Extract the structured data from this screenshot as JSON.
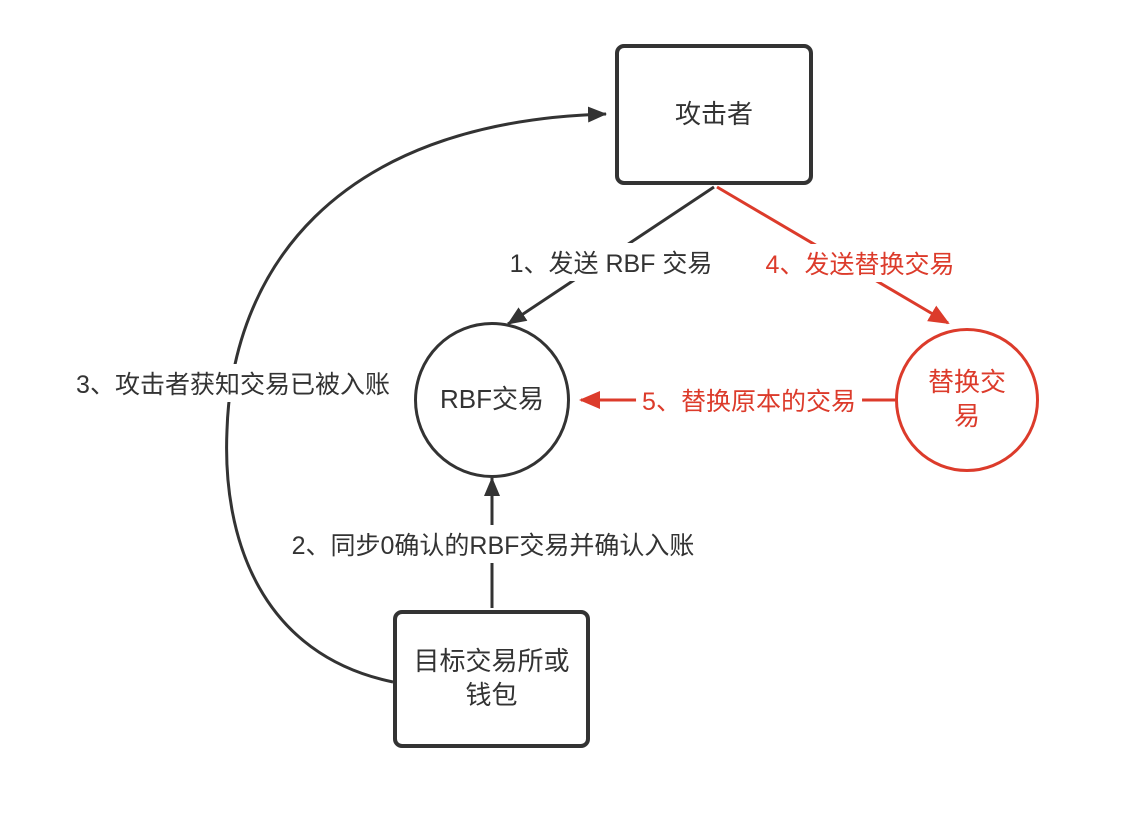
{
  "diagram": {
    "type": "flow-diagram",
    "topic": "RBF transaction replacement attack flow",
    "colors": {
      "ink": "#333333",
      "red": "#DC3B2B",
      "background": "#FFFFFF"
    },
    "nodes": {
      "attacker": {
        "label": "攻击者",
        "shape": "rounded-rectangle",
        "color": "#333333"
      },
      "rbf_tx": {
        "label": "RBF交易",
        "shape": "circle",
        "color": "#333333"
      },
      "replacement_tx": {
        "label": "替换交易",
        "shape": "circle",
        "color": "#DC3B2B"
      },
      "target": {
        "label": "目标交易所或钱包",
        "shape": "rounded-rectangle",
        "color": "#333333"
      }
    },
    "edges": {
      "step1": {
        "label": "1、发送 RBF 交易",
        "from": "attacker",
        "to": "rbf_tx",
        "color": "#333333"
      },
      "step2": {
        "label": "2、同步0确认的RBF交易并确认入账",
        "from": "target",
        "to": "rbf_tx",
        "color": "#333333"
      },
      "step3": {
        "label": "3、攻击者获知交易已被入账",
        "from": "target",
        "to": "attacker",
        "color": "#333333"
      },
      "step4": {
        "label": "4、发送替换交易",
        "from": "attacker",
        "to": "replacement_tx",
        "color": "#DC3B2B"
      },
      "step5": {
        "label": "5、替换原本的交易",
        "from": "replacement_tx",
        "to": "rbf_tx",
        "color": "#DC3B2B"
      }
    }
  }
}
